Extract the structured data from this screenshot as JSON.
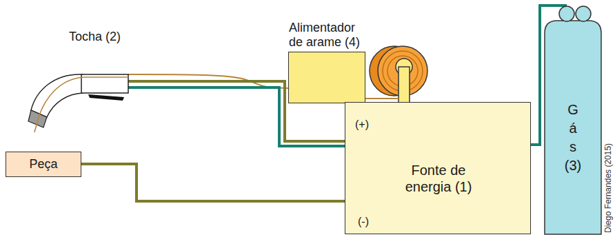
{
  "diagram": {
    "nodes": [
      {
        "text": [
          "Tocha (2)"
        ]
      },
      {
        "text": [
          "Alimentador de arame (4)"
        ]
      },
      {
        "text": [
          "(+)",
          "Fonte de energia (1)",
          "(-)"
        ]
      },
      {
        "text": [
          "G á s (3)"
        ]
      },
      {
        "text": [
          "Peça"
        ]
      }
    ],
    "edges": [
      {
        "from": 0,
        "to": 1,
        "arrow": "none"
      },
      {
        "from": 0,
        "to": 2,
        "arrow": "none"
      },
      {
        "from": 0,
        "to": 2,
        "arrow": "none"
      },
      {
        "from": 3,
        "to": 2,
        "arrow": "none"
      },
      {
        "from": 4,
        "to": 2,
        "arrow": "none"
      }
    ],
    "labels": [
      "Diego Fernandes (2015)"
    ]
  }
}
